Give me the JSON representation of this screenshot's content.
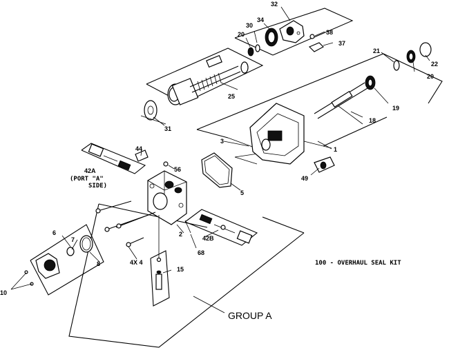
{
  "diagram": {
    "labels": {
      "p1": "1",
      "p2": "2",
      "p3": "3",
      "p4x": "4X 4",
      "p5": "5",
      "p6": "6",
      "p7": "7",
      "p8": "8",
      "p10": "10",
      "p15": "15",
      "p18": "18",
      "p19": "19",
      "p20a": "20",
      "p20b": "20",
      "p21": "21",
      "p22": "22",
      "p25": "25",
      "p30": "30",
      "p31": "31",
      "p32": "32",
      "p34": "34",
      "p37": "37",
      "p38": "38",
      "p42a": "42A",
      "p42a_note1": "(PORT \"A\"",
      "p42a_note2": "SIDE)",
      "p42b": "42B",
      "p44": "44",
      "p49": "49",
      "p56": "56",
      "p68": "68"
    },
    "kit_note": "100 - OVERHAUL SEAL KIT",
    "group_label": "GROUP A"
  }
}
